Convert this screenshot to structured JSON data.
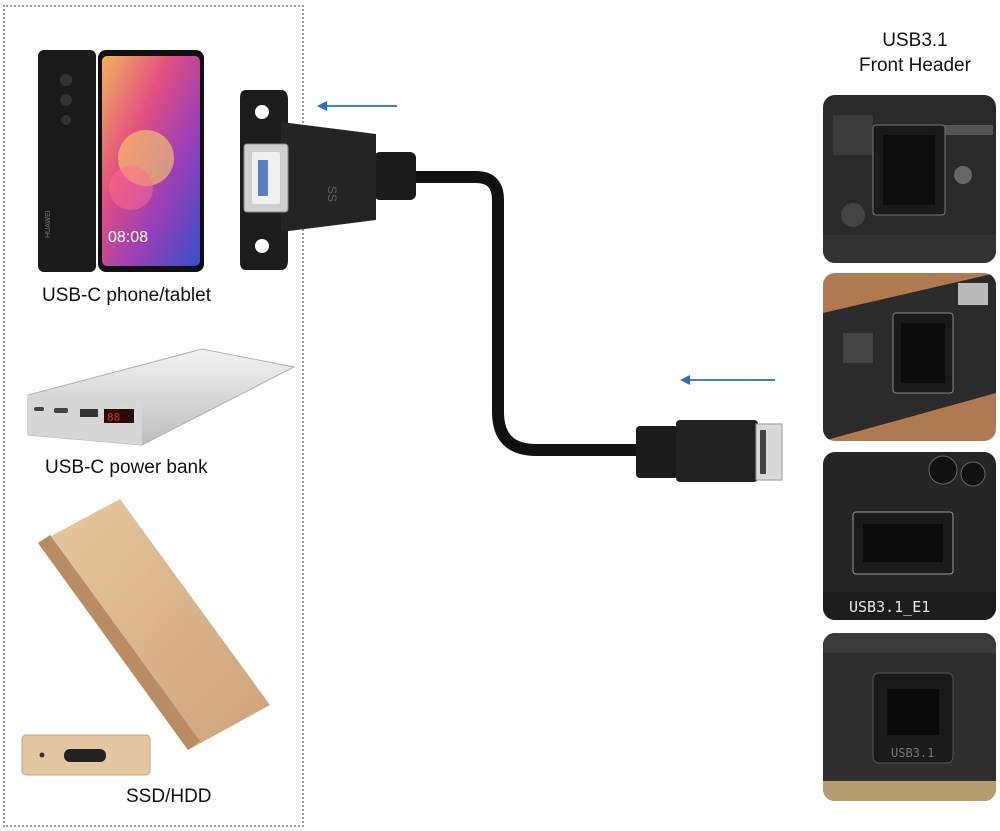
{
  "left_panel": {
    "phone_caption": "USB-C phone/tablet",
    "powerbank_caption": "USB-C power bank",
    "ssd_caption": "SSD/HDD",
    "phone_brand": "HUAWEI",
    "phone_clock": "08:08"
  },
  "right_panel": {
    "title_line1": "USB3.1",
    "title_line2": "Front Header",
    "photo3_label": "USB3.1_E1",
    "photo4_label": "USB3.1"
  },
  "cable": {
    "panel_mount_mark": "SS"
  },
  "colors": {
    "arrow": "#2f6fb5",
    "cable": "#111111",
    "powerbank_display": "#d42a2a",
    "ssd_enclosure": "#d8b48a"
  }
}
